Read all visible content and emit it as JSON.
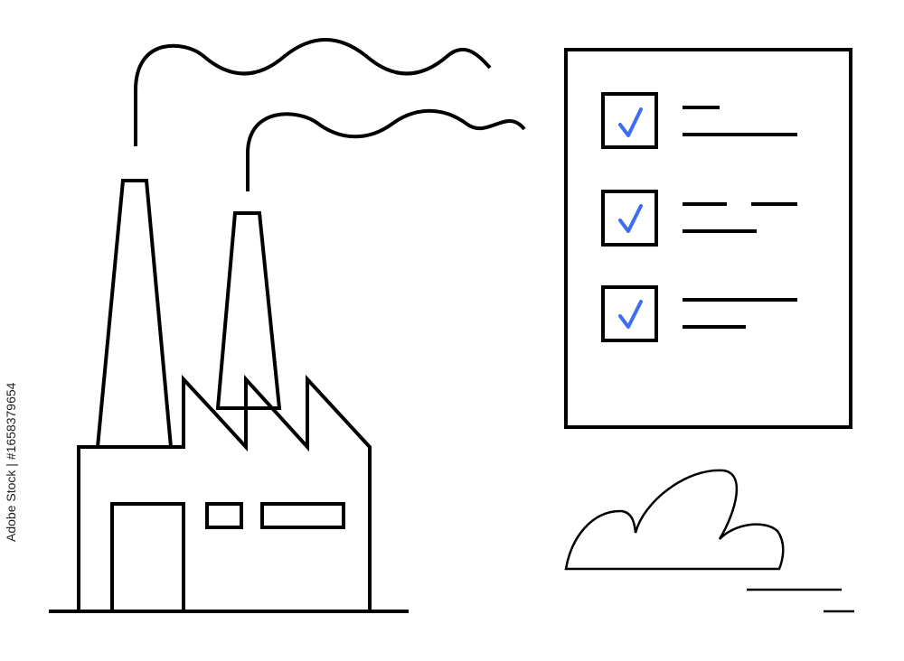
{
  "illustration": {
    "subjects": [
      "factory-with-smokestacks",
      "checklist-document",
      "cloud"
    ],
    "colors": {
      "line": "#000000",
      "checkmark": "#3d6df2",
      "background": "#ffffff"
    },
    "checklist": {
      "items_checked": 3,
      "items_total": 3
    }
  },
  "stock_id_label": "Adobe Stock | #1658379654"
}
